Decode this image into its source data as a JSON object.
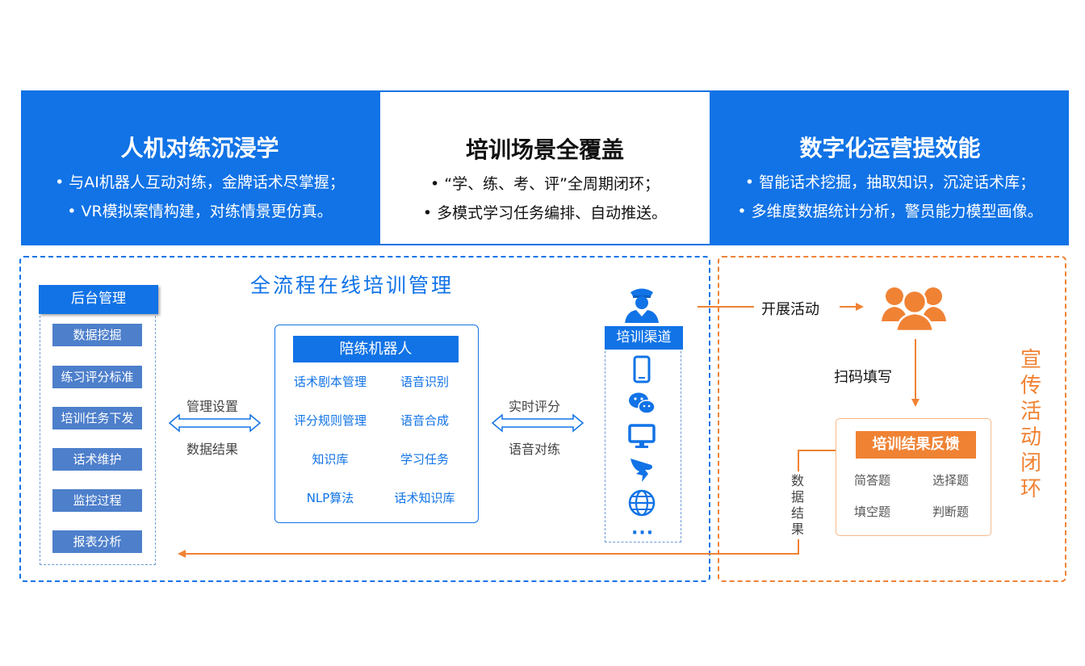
{
  "banners": [
    {
      "title": "人机对练沉浸学",
      "line1": "• 与AI机器人互动对练，金牌话术尽掌握；",
      "line2": "• VR模拟案情构建，对练情景更仿真。"
    },
    {
      "title": "培训场景全覆盖",
      "line1": "• “学、练、考、评”全周期闭环；",
      "line2": "• 多模式学习任务编排、自动推送。"
    },
    {
      "title": "数字化运营提效能",
      "line1": "• 智能话术挖掘，抽取知识，沉淀话术库；",
      "line2": "• 多维度数据统计分析，警员能力模型画像。"
    }
  ],
  "flow_title": "全流程在线培训管理",
  "backend": {
    "head": "后台管理",
    "items": [
      "数据挖掘",
      "练习评分标准",
      "培训任务下发",
      "话术维护",
      "监控过程",
      "报表分析"
    ]
  },
  "left_arrow": {
    "top": "管理设置",
    "bottom": "数据结果"
  },
  "robot": {
    "head": "陪练机器人",
    "items": [
      "话术剧本管理",
      "语音识别",
      "评分规则管理",
      "语音合成",
      "知识库",
      "学习任务",
      "NLP算法",
      "话术知识库"
    ]
  },
  "right_arrow": {
    "top": "实时评分",
    "bottom": "语音对练"
  },
  "channel": {
    "head": "培训渠道",
    "icons": [
      "phone-icon",
      "wechat-icon",
      "monitor-icon",
      "dingtalk-icon",
      "globe-icon"
    ],
    "more": "···"
  },
  "activity": {
    "launch": "开展活动",
    "scan": "扫码填写"
  },
  "result": {
    "head": "培训结果反馈",
    "items": [
      "简答题",
      "选择题",
      "填空题",
      "判断题"
    ]
  },
  "data_result_vertical": [
    "数",
    "据",
    "结",
    "果"
  ],
  "promo_vertical": [
    "宣",
    "传",
    "活",
    "动",
    "闭",
    "环"
  ],
  "colors": {
    "blue": "#1173e6",
    "orange": "#f08234",
    "backend_item": "#4d7fcb"
  }
}
